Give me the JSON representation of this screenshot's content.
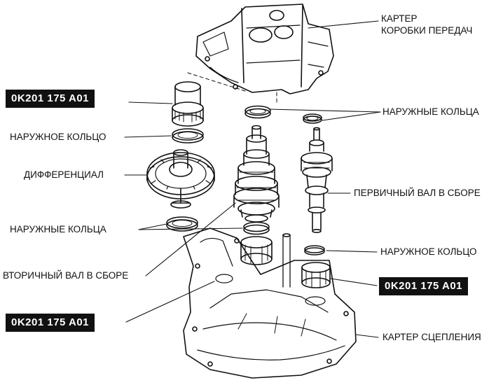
{
  "labels": {
    "transmission_case_line1": "КАРТЕР",
    "transmission_case_line2": "КОРОБКИ ПЕРЕДАЧ",
    "outer_rings_upper": "НАРУЖНЫЕ КОЛЬЦА",
    "outer_ring_left": "НАРУЖНОЕ КОЛЬЦО",
    "differential": "ДИФФЕРЕНЦИАЛ",
    "primary_shaft_assembly": "ПЕРВИЧНЫЙ ВАЛ В СБОРЕ",
    "outer_rings_left": "НАРУЖНЫЕ КОЛЬЦА",
    "outer_ring_right": "НАРУЖНОЕ КОЛЬЦО",
    "secondary_shaft_assembly": "ВТОРИЧНЫЙ ВАЛ В СБОРЕ",
    "clutch_housing": "КАРТЕР СЦЕПЛЕНИЯ"
  },
  "tool_codes": {
    "top_left": "0K201 175 A01",
    "right": "0K201 175 A01",
    "bottom_left": "0K201 175 A01"
  }
}
